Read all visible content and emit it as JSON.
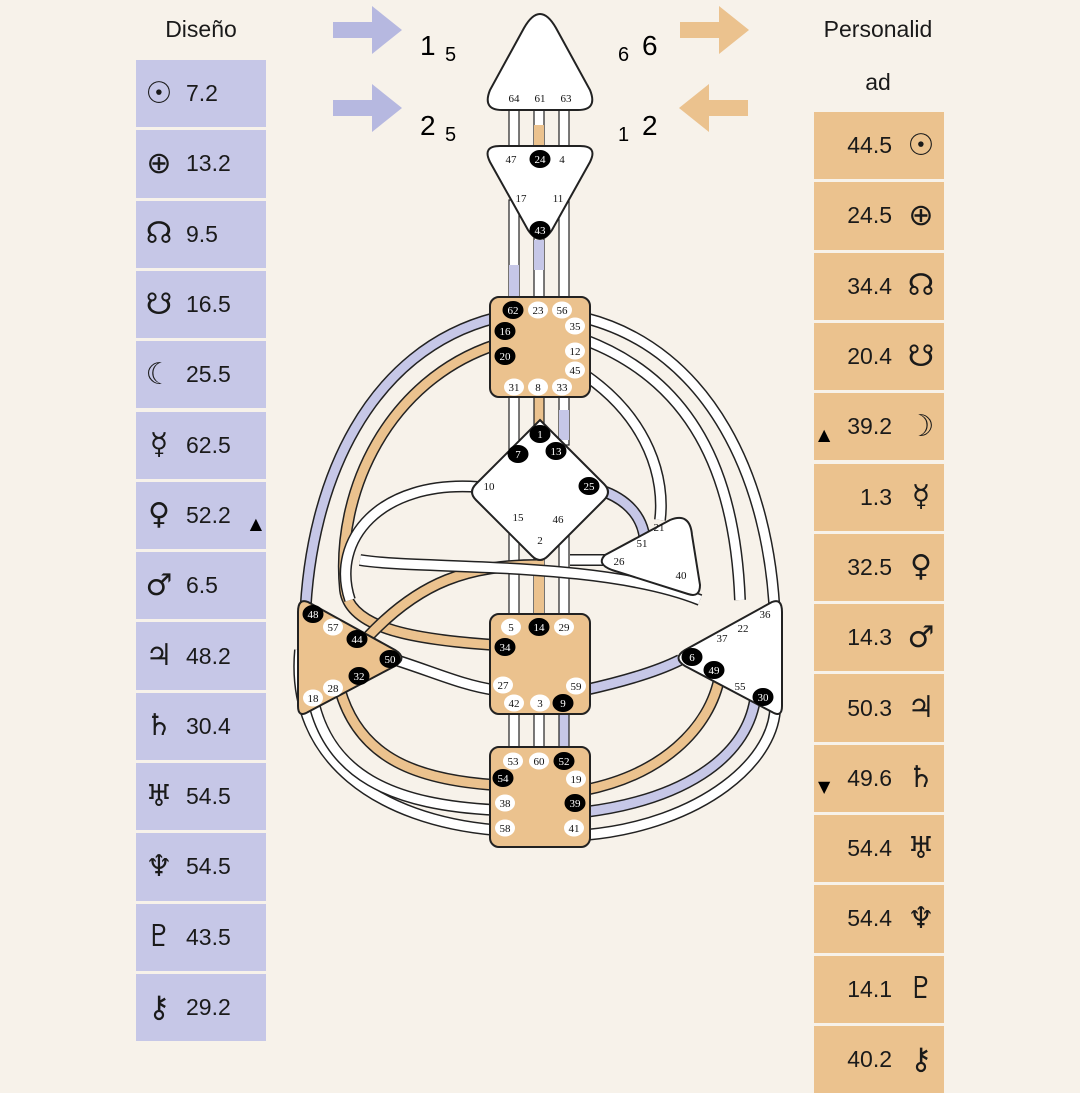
{
  "design": {
    "title": "Diseño",
    "rows": [
      {
        "planet": "sun",
        "symbol": "☉",
        "value": "7.2"
      },
      {
        "planet": "earth",
        "symbol": "⊕",
        "value": "13.2"
      },
      {
        "planet": "north-node",
        "symbol": "☊",
        "value": "9.5"
      },
      {
        "planet": "south-node",
        "symbol": "☋",
        "value": "16.5"
      },
      {
        "planet": "moon",
        "symbol": "☾",
        "value": "25.5"
      },
      {
        "planet": "mercury",
        "symbol": "☿",
        "value": "62.5"
      },
      {
        "planet": "venus",
        "symbol": "♀",
        "value": "52.2",
        "marker": "▲"
      },
      {
        "planet": "mars",
        "symbol": "♂",
        "value": "6.5"
      },
      {
        "planet": "jupiter",
        "symbol": "♃",
        "value": "48.2"
      },
      {
        "planet": "saturn",
        "symbol": "♄",
        "value": "30.4"
      },
      {
        "planet": "uranus",
        "symbol": "♅",
        "value": "54.5"
      },
      {
        "planet": "neptune",
        "symbol": "♆",
        "value": "54.5"
      },
      {
        "planet": "pluto",
        "symbol": "♇",
        "value": "43.5"
      },
      {
        "planet": "chiron",
        "symbol": "⚷",
        "value": "29.2"
      }
    ]
  },
  "personality": {
    "title_line1": "Personalid",
    "title_line2": "ad",
    "rows": [
      {
        "planet": "sun",
        "symbol": "☉",
        "value": "44.5"
      },
      {
        "planet": "earth",
        "symbol": "⊕",
        "value": "24.5"
      },
      {
        "planet": "north-node",
        "symbol": "☊",
        "value": "34.4"
      },
      {
        "planet": "south-node",
        "symbol": "☋",
        "value": "20.4"
      },
      {
        "planet": "moon",
        "symbol": "☽",
        "value": "39.2",
        "marker": "▲"
      },
      {
        "planet": "mercury",
        "symbol": "☿",
        "value": "1.3"
      },
      {
        "planet": "venus",
        "symbol": "♀",
        "value": "32.5"
      },
      {
        "planet": "mars",
        "symbol": "♂",
        "value": "14.3"
      },
      {
        "planet": "jupiter",
        "symbol": "♃",
        "value": "50.3"
      },
      {
        "planet": "saturn",
        "symbol": "♄",
        "value": "49.6",
        "marker": "▼"
      },
      {
        "planet": "uranus",
        "symbol": "♅",
        "value": "54.4"
      },
      {
        "planet": "neptune",
        "symbol": "♆",
        "value": "54.4"
      },
      {
        "planet": "pluto",
        "symbol": "♇",
        "value": "14.1"
      },
      {
        "planet": "chiron",
        "symbol": "⚷",
        "value": "40.2"
      }
    ]
  },
  "arrows": {
    "design_top": {
      "big": "1",
      "small": "5",
      "direction": "right"
    },
    "design_bottom": {
      "big": "2",
      "small": "5",
      "direction": "right"
    },
    "personality_top": {
      "small": "6",
      "big": "6",
      "direction": "right"
    },
    "personality_bottom": {
      "small": "1",
      "big": "2",
      "direction": "left"
    }
  },
  "colors": {
    "design": "#c6c7e7",
    "personality": "#ebc28e",
    "background": "#f7f2ea",
    "defined_center": "#ebc28e",
    "undefined_center": "#ffffff",
    "active_gate": "#000000"
  },
  "centers": {
    "head": {
      "gates": [
        "64",
        "61",
        "63"
      ],
      "active": []
    },
    "ajna": {
      "gates": [
        "47",
        "24",
        "4",
        "17",
        "11",
        "43"
      ],
      "active": [
        "24",
        "43"
      ]
    },
    "throat": {
      "gates": [
        "62",
        "23",
        "56",
        "16",
        "35",
        "20",
        "12",
        "45",
        "31",
        "8",
        "33"
      ],
      "active": [
        "62",
        "16",
        "20"
      ]
    },
    "g": {
      "gates": [
        "1",
        "7",
        "13",
        "10",
        "25",
        "15",
        "46",
        "2"
      ],
      "active": [
        "1",
        "7",
        "13",
        "25"
      ]
    },
    "ego": {
      "gates": [
        "21",
        "51",
        "26",
        "40"
      ],
      "active": []
    },
    "sacral": {
      "gates": [
        "5",
        "14",
        "29",
        "34",
        "27",
        "59",
        "42",
        "3",
        "9"
      ],
      "active": [
        "14",
        "34",
        "9"
      ]
    },
    "spleen": {
      "gates": [
        "48",
        "57",
        "44",
        "50",
        "32",
        "28",
        "18"
      ],
      "active": [
        "48",
        "44",
        "50",
        "32"
      ]
    },
    "solar_plexus": {
      "gates": [
        "36",
        "22",
        "37",
        "6",
        "49",
        "55",
        "30"
      ],
      "active": [
        "6",
        "49",
        "30"
      ]
    },
    "root": {
      "gates": [
        "53",
        "60",
        "52",
        "54",
        "19",
        "38",
        "39",
        "58",
        "41"
      ],
      "active": [
        "52",
        "54",
        "39"
      ]
    }
  }
}
